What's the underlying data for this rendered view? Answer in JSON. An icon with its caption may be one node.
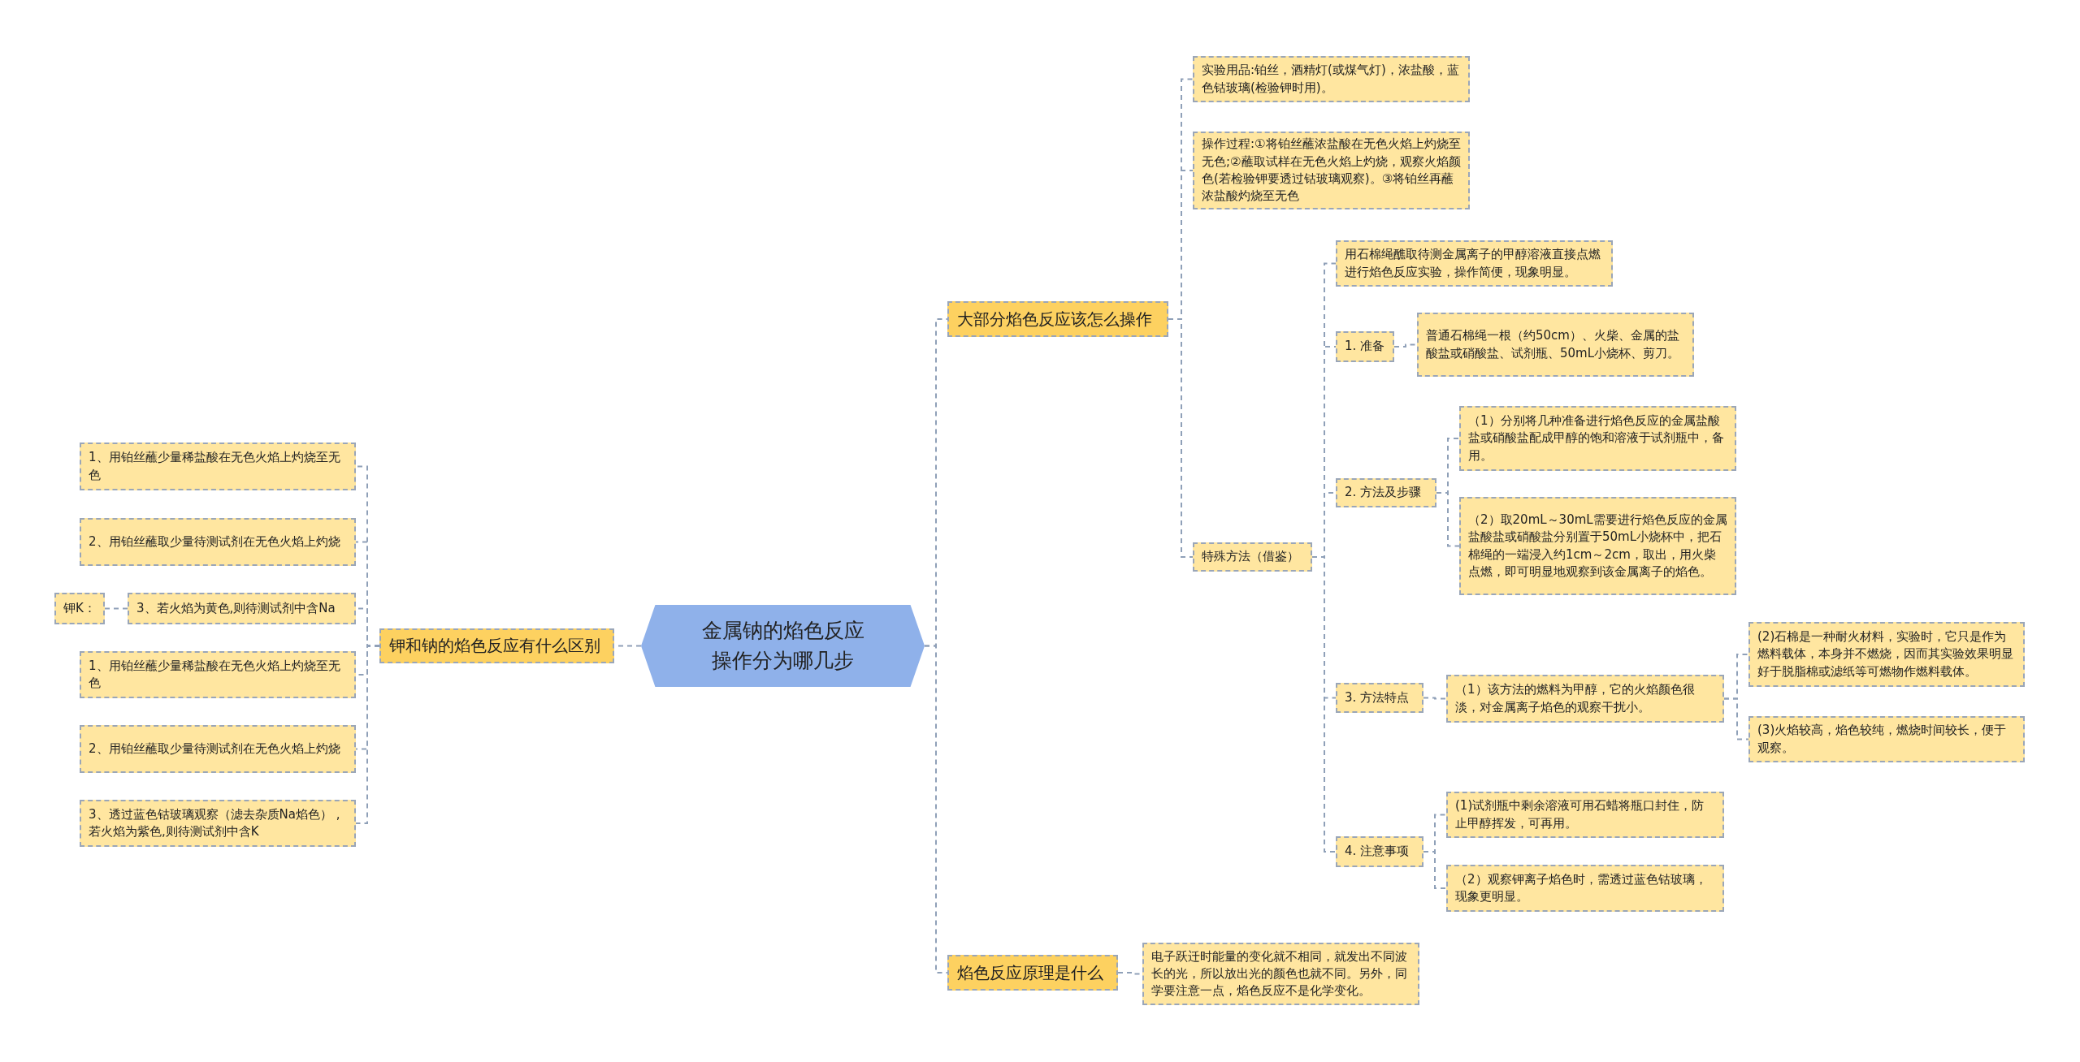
{
  "diagram": {
    "nodes": [
      {
        "text": [
          "金属钠的焰色反应操作分为哪几步"
        ]
      },
      {
        "text": [
          "钾和钠的焰色反应有什么区别"
        ]
      },
      {
        "text": [
          "1、用铂丝蘸少量稀盐酸在无色火焰上灼烧至无色"
        ]
      },
      {
        "text": [
          "2、用铂丝蘸取少量待测试剂在无色火焰上灼烧"
        ]
      },
      {
        "text": [
          "3、若火焰为黄色,则待测试剂中含Na"
        ]
      },
      {
        "text": [
          "钾K："
        ]
      },
      {
        "text": [
          "1、用铂丝蘸少量稀盐酸在无色火焰上灼烧至无色"
        ]
      },
      {
        "text": [
          "2、用铂丝蘸取少量待测试剂在无色火焰上灼烧"
        ]
      },
      {
        "text": [
          "3、透过蓝色钴玻璃观察（滤去杂质Na焰色） ,若火焰为紫色,则待测试剂中含K"
        ]
      },
      {
        "text": [
          "大部分焰色反应该怎么操作"
        ]
      },
      {
        "text": [
          "实验用品:铂丝，酒精灯(或煤气灯)，浓盐酸，蓝色钴玻璃(检验钾时用)。"
        ]
      },
      {
        "text": [
          "操作过程:①将铂丝蘸浓盐酸在无色火焰上灼烧至无色;②蘸取试样在无色火焰上灼烧，观察火焰颜色(若检验钾要透过钴玻璃观察)。③将铂丝再蘸浓盐酸灼烧至无色"
        ]
      },
      {
        "text": [
          "特殊方法（借鉴）"
        ]
      },
      {
        "text": [
          "用石棉绳醮取待测金属离子的甲醇溶液直接点燃进行焰色反应实验，操作简便，现象明显。"
        ]
      },
      {
        "text": [
          "1. 准备"
        ]
      },
      {
        "text": [
          "普通石棉绳一根（约50cm）、火柴、金属的盐酸盐或硝酸盐、试剂瓶、50mL小烧杯、剪刀。"
        ]
      },
      {
        "text": [
          "2. 方法及步骤"
        ]
      },
      {
        "text": [
          "（1）分别将几种准备进行焰色反应的金属盐酸盐或硝酸盐配成甲醇的饱和溶液于试剂瓶中，备用。"
        ]
      },
      {
        "text": [
          "（2）取20mL～30mL需要进行焰色反应的金属盐酸盐或硝酸盐分别置于50mL小烧杯中，把石棉绳的一端浸入约1cm～2cm，取出，用火柴点燃，即可明显地观察到该金属离子的焰色。"
        ]
      },
      {
        "text": [
          "3. 方法特点"
        ]
      },
      {
        "text": [
          "（1）该方法的燃料为甲醇，它的火焰颜色很淡，对金属离子焰色的观察干扰小。"
        ]
      },
      {
        "text": [
          "(2)石棉是一种耐火材料，实验时，它只是作为燃料载体，本身并不燃烧，因而其实验效果明显好于脱脂棉或滤纸等可燃物作燃料载体。"
        ]
      },
      {
        "text": [
          "(3)火焰较高，焰色较纯，燃烧时间较长，便于观察。"
        ]
      },
      {
        "text": [
          "4. 注意事项"
        ]
      },
      {
        "text": [
          "(1)试剂瓶中剩余溶液可用石蜡将瓶口封住，防止甲醇挥发，可再用。"
        ]
      },
      {
        "text": [
          "（2）观察钾离子焰色时，需透过蓝色钴玻璃，现象更明显。"
        ]
      },
      {
        "text": [
          "焰色反应原理是什么"
        ]
      },
      {
        "text": [
          "电子跃迁时能量的变化就不相同，就发出不同波长的光，所以放出光的颜色也就不同。另外，同学要注意一点，焰色反应不是化学变化。"
        ]
      }
    ],
    "edges": [
      {
        "from": 0,
        "to": 1,
        "arrow": "none"
      },
      {
        "from": 1,
        "to": 2,
        "arrow": "none"
      },
      {
        "from": 1,
        "to": 3,
        "arrow": "none"
      },
      {
        "from": 1,
        "to": 4,
        "arrow": "none"
      },
      {
        "from": 4,
        "to": 5,
        "arrow": "none"
      },
      {
        "from": 1,
        "to": 6,
        "arrow": "none"
      },
      {
        "from": 1,
        "to": 7,
        "arrow": "none"
      },
      {
        "from": 1,
        "to": 8,
        "arrow": "none"
      },
      {
        "from": 0,
        "to": 9,
        "arrow": "none"
      },
      {
        "from": 9,
        "to": 10,
        "arrow": "none"
      },
      {
        "from": 9,
        "to": 11,
        "arrow": "none"
      },
      {
        "from": 9,
        "to": 12,
        "arrow": "none"
      },
      {
        "from": 12,
        "to": 13,
        "arrow": "none"
      },
      {
        "from": 12,
        "to": 14,
        "arrow": "none"
      },
      {
        "from": 14,
        "to": 15,
        "arrow": "none"
      },
      {
        "from": 12,
        "to": 16,
        "arrow": "none"
      },
      {
        "from": 16,
        "to": 17,
        "arrow": "none"
      },
      {
        "from": 16,
        "to": 18,
        "arrow": "none"
      },
      {
        "from": 12,
        "to": 19,
        "arrow": "none"
      },
      {
        "from": 19,
        "to": 20,
        "arrow": "none"
      },
      {
        "from": 20,
        "to": 21,
        "arrow": "none"
      },
      {
        "from": 20,
        "to": 22,
        "arrow": "none"
      },
      {
        "from": 12,
        "to": 23,
        "arrow": "none"
      },
      {
        "from": 23,
        "to": 24,
        "arrow": "none"
      },
      {
        "from": 23,
        "to": 25,
        "arrow": "none"
      },
      {
        "from": 0,
        "to": 26,
        "arrow": "none"
      },
      {
        "from": 26,
        "to": 27,
        "arrow": "none"
      }
    ]
  }
}
